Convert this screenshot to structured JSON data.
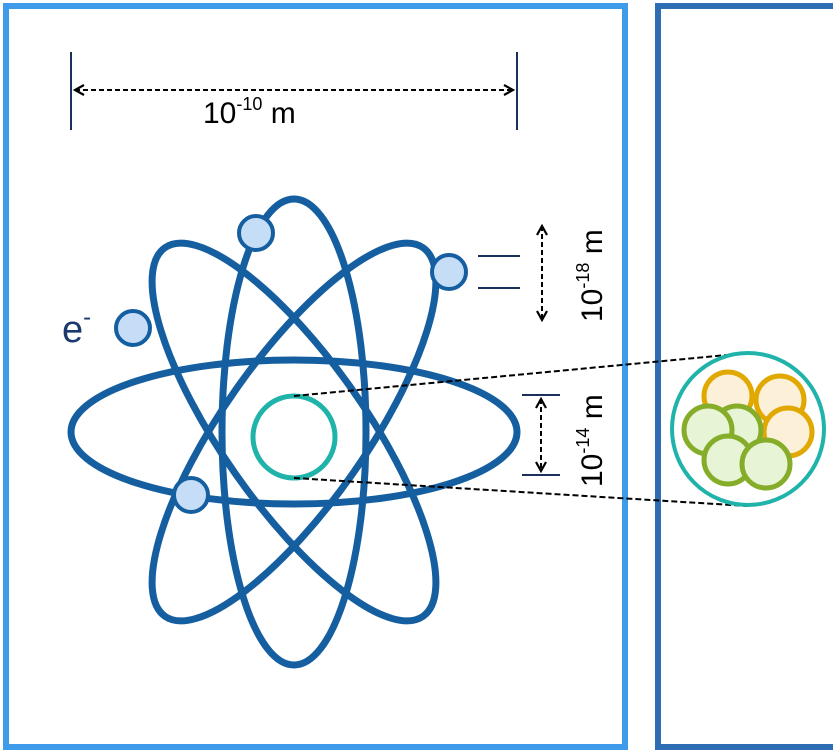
{
  "labels": {
    "atom_size_base": "10",
    "atom_size_exp": "-10",
    "atom_size_unit": " m",
    "electron_base": "e",
    "electron_exp": "-",
    "nucleus_size_base": "10",
    "nucleus_size_exp": "-14",
    "nucleus_size_unit": " m",
    "electron_size_base": "10",
    "electron_size_exp": "-18",
    "electron_size_unit": " m"
  },
  "colors": {
    "left_panel_border": "#3d9be9",
    "right_panel_border": "#2e6db4",
    "orbit": "#155fa0",
    "electron_fill": "#c6ddf7",
    "nucleus_ring": "#1fb3aa",
    "proton_stroke": "#e0a800",
    "proton_fill": "#fdf0d8",
    "neutron_stroke": "#86ad2a",
    "neutron_fill": "#e7f4d6",
    "dimension_line": "#000000"
  },
  "icons": {
    "dimension_arrow": "double-headed-dashed-arrow",
    "electron": "filled-circle",
    "nucleus": "ring"
  }
}
